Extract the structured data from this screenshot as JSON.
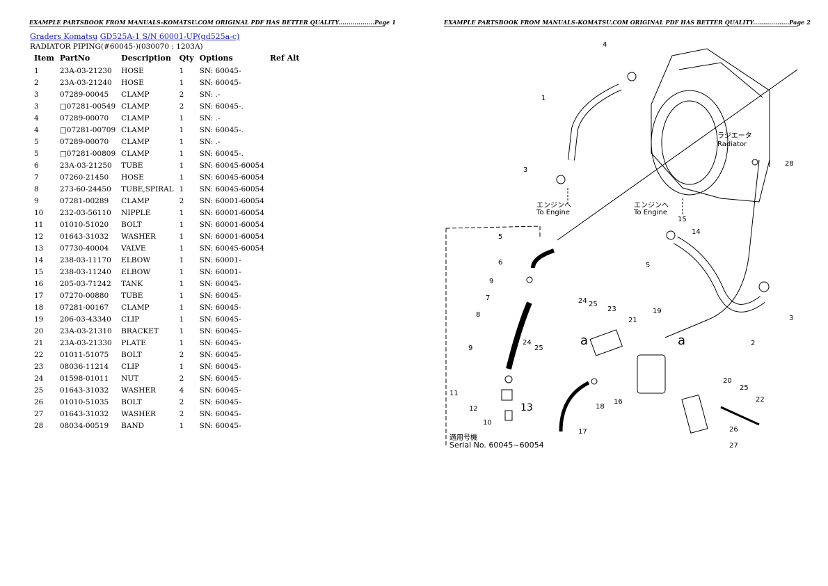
{
  "header": {
    "left": "EXAMPLE PARTSBOOK FROM MANUALS-KOMATSU.COM ORIGINAL PDF HAS BETTER QUALITY..................Page 1",
    "right": "EXAMPLE PARTSBOOK FROM MANUALS-KOMATSU.COM ORIGINAL PDF HAS BETTER QUALITY..................Page 2"
  },
  "breadcrumb": {
    "link1": "Graders Komatsu",
    "link2": "GD525A-1 S/N 60001-UP(gd525a-c)"
  },
  "subtitle": "RADIATOR PIPING(#60045-)(030070 : 1203A)",
  "table": {
    "columns": [
      "Item",
      "PartNo",
      "Description",
      "Qty",
      "Options",
      "Ref Alt"
    ],
    "rows": [
      [
        "1",
        "23A-03-21230",
        "HOSE",
        "1",
        "SN: 60045-",
        ""
      ],
      [
        "2",
        "23A-03-21240",
        "HOSE",
        "1",
        "SN: 60045-",
        ""
      ],
      [
        "3",
        "07289-00045",
        "CLAMP",
        "2",
        "SN: .-",
        ""
      ],
      [
        "3",
        "□07281-00549",
        "CLAMP",
        "2",
        "SN: 60045-.",
        ""
      ],
      [
        "4",
        "07289-00070",
        "CLAMP",
        "1",
        "SN: .-",
        ""
      ],
      [
        "4",
        "□07281-00709",
        "CLAMP",
        "1",
        "SN: 60045-.",
        ""
      ],
      [
        "5",
        "07289-00070",
        "CLAMP",
        "1",
        "SN: .-",
        ""
      ],
      [
        "5",
        "□07281-00809",
        "CLAMP",
        "1",
        "SN: 60045-.",
        ""
      ],
      [
        "6",
        "23A-03-21250",
        "TUBE",
        "1",
        "SN: 60045-60054",
        ""
      ],
      [
        "7",
        "07260-21450",
        "HOSE",
        "1",
        "SN: 60045-60054",
        ""
      ],
      [
        "8",
        "273-60-24450",
        "TUBE,SPIRAL",
        "1",
        "SN: 60045-60054",
        ""
      ],
      [
        "9",
        "07281-00289",
        "CLAMP",
        "2",
        "SN: 60001-60054",
        ""
      ],
      [
        "10",
        "232-03-56110",
        "NIPPLE",
        "1",
        "SN: 60001-60054",
        ""
      ],
      [
        "11",
        "01010-51020",
        "BOLT",
        "1",
        "SN: 60001-60054",
        ""
      ],
      [
        "12",
        "01643-31032",
        "WASHER",
        "1",
        "SN: 60001-60054",
        ""
      ],
      [
        "13",
        "07730-40004",
        "VALVE",
        "1",
        "SN: 60045-60054",
        ""
      ],
      [
        "14",
        "238-03-11170",
        "ELBOW",
        "1",
        "SN: 60001-",
        ""
      ],
      [
        "15",
        "238-03-11240",
        "ELBOW",
        "1",
        "SN: 60001-",
        ""
      ],
      [
        "16",
        "205-03-71242",
        "TANK",
        "1",
        "SN: 60045-",
        ""
      ],
      [
        "17",
        "07270-00880",
        "TUBE",
        "1",
        "SN: 60045-",
        ""
      ],
      [
        "18",
        "07281-00167",
        "CLAMP",
        "1",
        "SN: 60045-",
        ""
      ],
      [
        "19",
        "206-03-43340",
        "CLIP",
        "1",
        "SN: 60045-",
        ""
      ],
      [
        "20",
        "23A-03-21310",
        "BRACKET",
        "1",
        "SN: 60045-",
        ""
      ],
      [
        "21",
        "23A-03-21330",
        "PLATE",
        "1",
        "SN: 60045-",
        ""
      ],
      [
        "22",
        "01011-51075",
        "BOLT",
        "2",
        "SN: 60045-",
        ""
      ],
      [
        "23",
        "08036-11214",
        "CLIP",
        "1",
        "SN: 60045-",
        ""
      ],
      [
        "24",
        "01598-01011",
        "NUT",
        "2",
        "SN: 60045-",
        ""
      ],
      [
        "25",
        "01643-31032",
        "WASHER",
        "4",
        "SN: 60045-",
        ""
      ],
      [
        "26",
        "01010-51035",
        "BOLT",
        "2",
        "SN: 60045-",
        ""
      ],
      [
        "27",
        "01643-31032",
        "WASHER",
        "2",
        "SN: 60045-",
        ""
      ],
      [
        "28",
        "08034-00519",
        "BAND",
        "1",
        "SN: 60045-",
        ""
      ]
    ]
  },
  "diagram": {
    "radiator_jp": "ラジエータ",
    "radiator_en": "Radiator",
    "engine_jp": "エンジンへ",
    "engine_en": "To Engine",
    "serial_jp": "適用号機",
    "serial_en": "Serial No. 60045~60054",
    "callout_a": "a",
    "callouts": [
      "1",
      "2",
      "3",
      "3",
      "4",
      "5",
      "5",
      "6",
      "7",
      "8",
      "9",
      "9",
      "10",
      "11",
      "12",
      "13",
      "14",
      "15",
      "16",
      "17",
      "18",
      "19",
      "20",
      "21",
      "22",
      "23",
      "24",
      "24",
      "25",
      "25",
      "25",
      "26",
      "27",
      "28"
    ]
  }
}
